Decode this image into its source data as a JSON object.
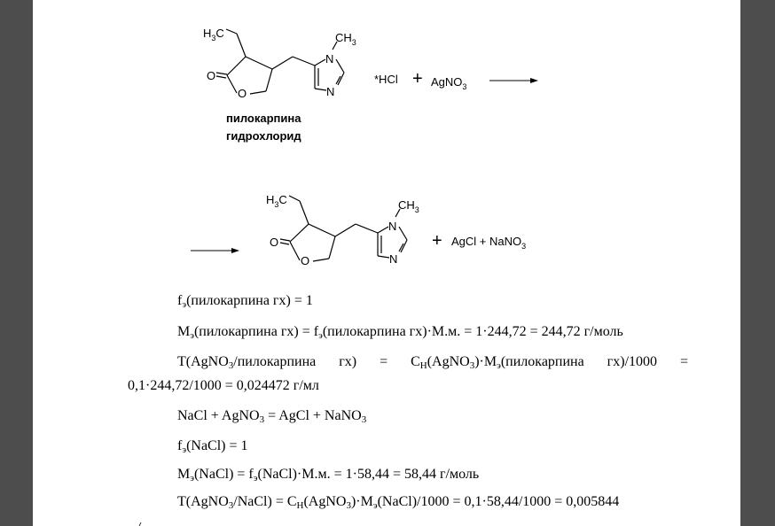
{
  "scheme": {
    "reactant": {
      "ethyl_left": "H",
      "ethyl_sub": "3",
      "ethyl_right": "C",
      "methyl_main": "CH",
      "methyl_sub": "3",
      "atom_N_methyl": "N",
      "atom_N_ring": "N",
      "atom_O_carbonyl": "O",
      "atom_O_ring": "O",
      "salt": "*HCl",
      "plus": "+",
      "reagent_main": "AgNO",
      "reagent_sub": "3",
      "caption_line1": "пилокарпина",
      "caption_line2": "гидрохлорид"
    },
    "product": {
      "ethyl_left": "H",
      "ethyl_sub": "3",
      "ethyl_right": "C",
      "methyl_main": "CH",
      "methyl_sub": "3",
      "atom_N_methyl": "N",
      "atom_N_ring": "N",
      "atom_O_carbonyl": "O",
      "atom_O_ring": "O",
      "plus": "+",
      "byproducts_main": "AgCl + NaNO",
      "byproducts_sub": "3"
    }
  },
  "text": {
    "l1": {
      "a": "f",
      "a_sub": "э",
      "b": "(пилокарпина гх) = 1"
    },
    "l2": {
      "a": "М",
      "a_sub": "э",
      "b": "(пилокарпина гх) = f",
      "b_sub": "э",
      "c": "(пилокарпина гх)·М.м. = 1·244,72 = 244,72 г/моль"
    },
    "l3": {
      "a": "Т(AgNO",
      "a_sub": "3",
      "b": "/пилокарпина гх) = С",
      "b_sub": "Н",
      "c": "(AgNO",
      "c_sub": "3",
      "d": ")·М",
      "d_sub": "э",
      "e": "(пилокарпина гх)/1000 ="
    },
    "l4": {
      "a": "0,1·244,72/1000 = 0,024472 г/мл"
    },
    "l5": {
      "a": "NaCl + AgNO",
      "a_sub": "3",
      "b": " = AgCl + NaNO",
      "b_sub": "3"
    },
    "l6": {
      "a": "f",
      "a_sub": "э",
      "b": "(NaCl) = 1"
    },
    "l7": {
      "a": "М",
      "a_sub": "э",
      "b": "(NaCl) = f",
      "b_sub": "э",
      "c": "(NaCl)·М.м. = 1·58,44 = 58,44 г/моль"
    },
    "l8": {
      "a": "Т(AgNO",
      "a_sub": "3",
      "b": "/NaCl) = С",
      "b_sub": "Н",
      "c": "(AgNO",
      "c_sub": "3",
      "d": ")·М",
      "d_sub": "э",
      "e": "(NaCl)/1000 = 0,1·58,44/1000 = 0,005844"
    }
  }
}
